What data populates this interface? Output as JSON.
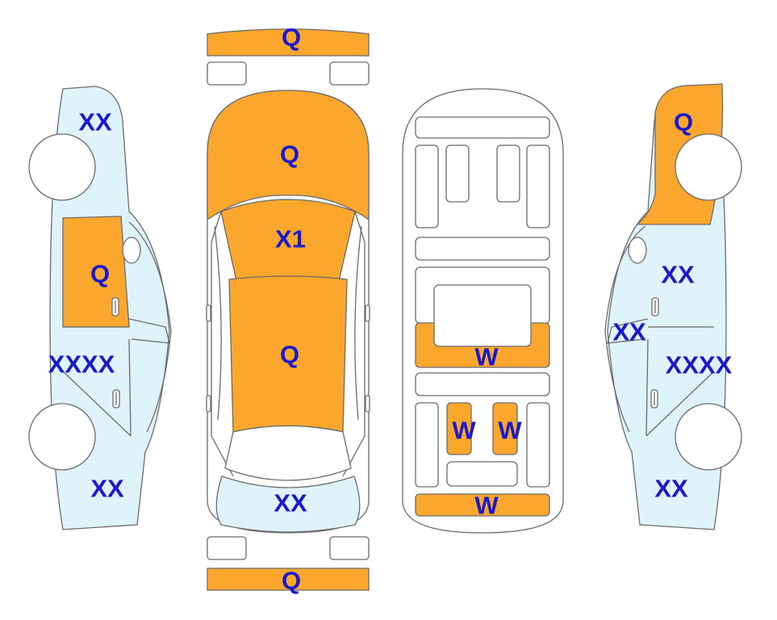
{
  "colors": {
    "damaged": "#fba72d",
    "panel": "#dff3fb",
    "outline": "#6b6b6b",
    "label": "#1a1acc"
  },
  "left_side": {
    "front_fender": "XX",
    "front_door": "Q",
    "rear_door": "XXXX",
    "rear_quarter": "XX"
  },
  "top_view": {
    "front_bumper": "Q",
    "hood": "Q",
    "windshield": "X1",
    "roof": "Q",
    "trunk": "XX",
    "rear_bumper": "Q"
  },
  "underbody": {
    "front_crossmember": "W",
    "rear_rail_left": "W",
    "rear_rail_right": "W",
    "rear_crossmember": "W"
  },
  "right_side": {
    "front_fender": "Q",
    "front_door": "XX",
    "a_pillar": "XX",
    "rear_door": "XXXX",
    "rear_quarter": "XX"
  }
}
